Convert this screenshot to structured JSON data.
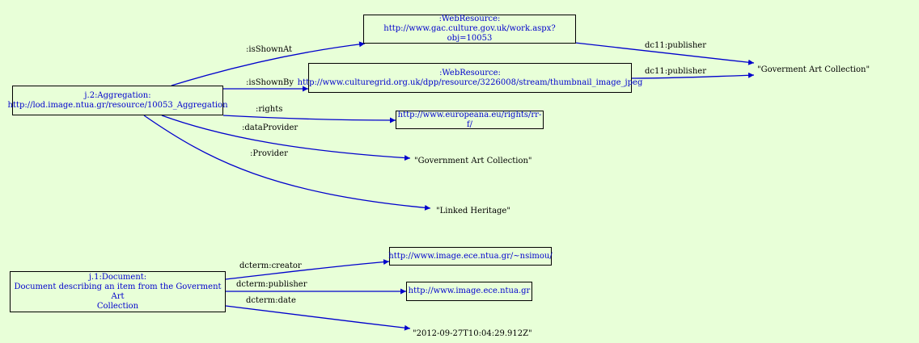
{
  "colors": {
    "background": "#e8ffd8",
    "edge": "#0000cc",
    "uri_text": "#0000cc",
    "literal_text": "#000000"
  },
  "nodes": {
    "aggregation": {
      "line1": "j.2:Aggregation:",
      "line2": "http://lod.image.ntua.gr/resource/10053_Aggregation"
    },
    "webresource_gac": {
      "line1": ":WebResource:",
      "line2": "http://www.gac.culture.gov.uk/work.aspx?obj=10053"
    },
    "webresource_culturegrid": {
      "line1": ":WebResource:",
      "line2": "http://www.culturegrid.org.uk/dpp/resource/3226008/stream/thumbnail_image_jpeg"
    },
    "rights_uri": {
      "text": "http://www.europeana.eu/rights/rr-f/"
    },
    "publisher_literal": {
      "text": "\"Goverment Art Collection\""
    },
    "data_provider_literal": {
      "text": "\"Government Art Collection\""
    },
    "provider_literal": {
      "text": "\"Linked Heritage\""
    },
    "document": {
      "line1": "j.1:Document:",
      "line2": "Document describing an item from the Goverment Art",
      "line3": "Collection"
    },
    "creator_uri": {
      "text": "http://www.image.ece.ntua.gr/~nsimou/"
    },
    "doc_publisher_uri": {
      "text": "http://www.image.ece.ntua.gr"
    },
    "date_literal": {
      "text": "\"2012-09-27T10:04:29.912Z\""
    }
  },
  "edges": {
    "is_shown_at": ":isShownAt",
    "is_shown_by": ":isShownBy",
    "rights": ":rights",
    "data_provider": ":dataProvider",
    "provider": ":Provider",
    "publisher_1": "dc11:publisher",
    "publisher_2": "dc11:publisher",
    "creator": "dcterm:creator",
    "dcterm_publisher": "dcterm:publisher",
    "date": "dcterm:date"
  }
}
